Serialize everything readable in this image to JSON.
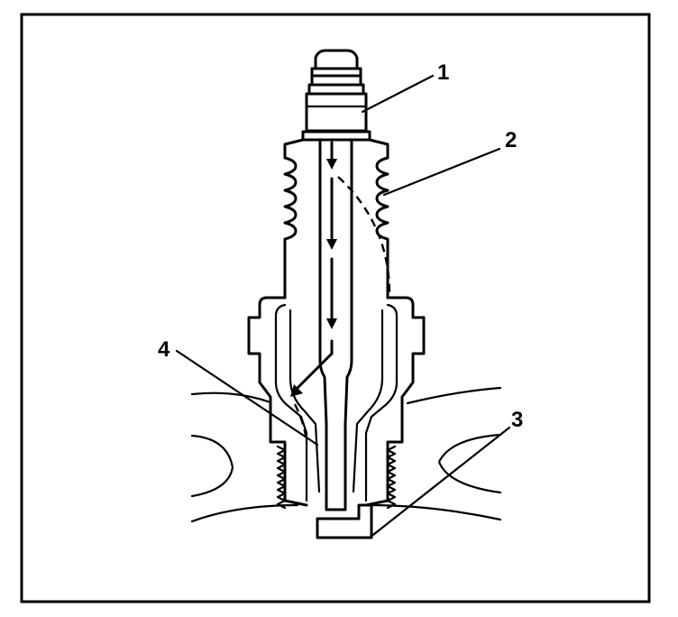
{
  "figure": {
    "callouts": [
      {
        "id": "1",
        "label": "1"
      },
      {
        "id": "2",
        "label": "2"
      },
      {
        "id": "3",
        "label": "3"
      },
      {
        "id": "4",
        "label": "4"
      }
    ],
    "colors": {
      "ink": "#000000",
      "background": "#ffffff"
    }
  }
}
